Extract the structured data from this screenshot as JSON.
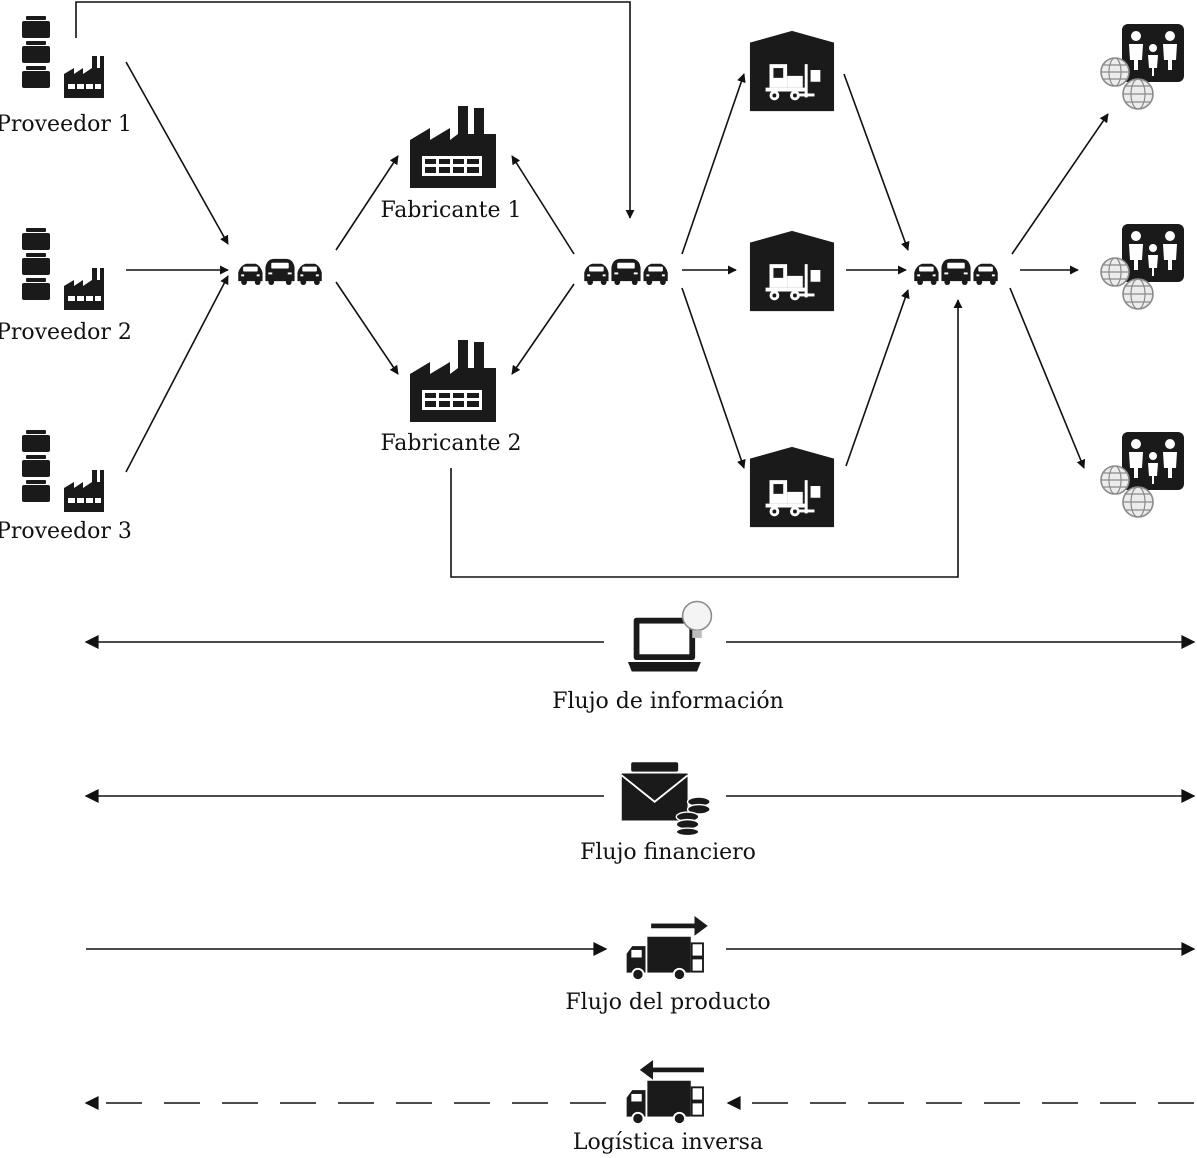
{
  "nodes": {
    "suppliers": [
      "Proveedor 1",
      "Proveedor 2",
      "Proveedor 3"
    ],
    "manufacturers": [
      "Fabricante 1",
      "Fabricante 2"
    ]
  },
  "flows": {
    "information": "Flujo de información",
    "financial": "Flujo financiero",
    "product": "Flujo del producto",
    "reverse": "Logística inversa"
  },
  "icons": {
    "supplier": "supplier-stack-factory-icon",
    "transport": "truck-cars-icon",
    "manufacturer": "factory-icon",
    "warehouse": "warehouse-forklift-icon",
    "customer": "customers-globe-icon",
    "information": "laptop-lightbulb-icon",
    "financial": "envelope-coins-icon",
    "product": "delivery-truck-forward-icon",
    "reverse": "delivery-truck-back-icon"
  },
  "colors": {
    "ink": "#111111",
    "icon": "#1a1a1a",
    "globe": "#8a8a8a"
  }
}
